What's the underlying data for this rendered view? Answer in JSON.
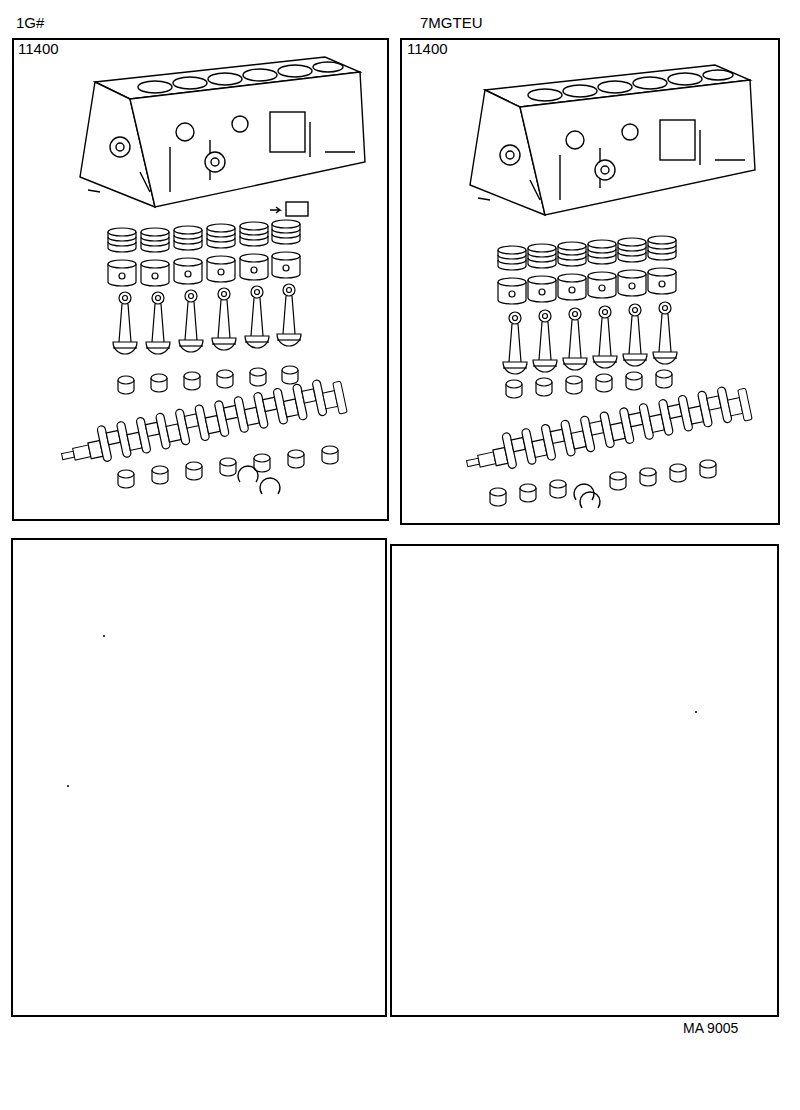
{
  "diagram": {
    "nodes": [
      {
        "text": [
          "1G#",
          "11400"
        ]
      },
      {
        "text": [
          "7MGTEU",
          "11400"
        ]
      }
    ],
    "labels": [
      "MA 9005"
    ]
  }
}
